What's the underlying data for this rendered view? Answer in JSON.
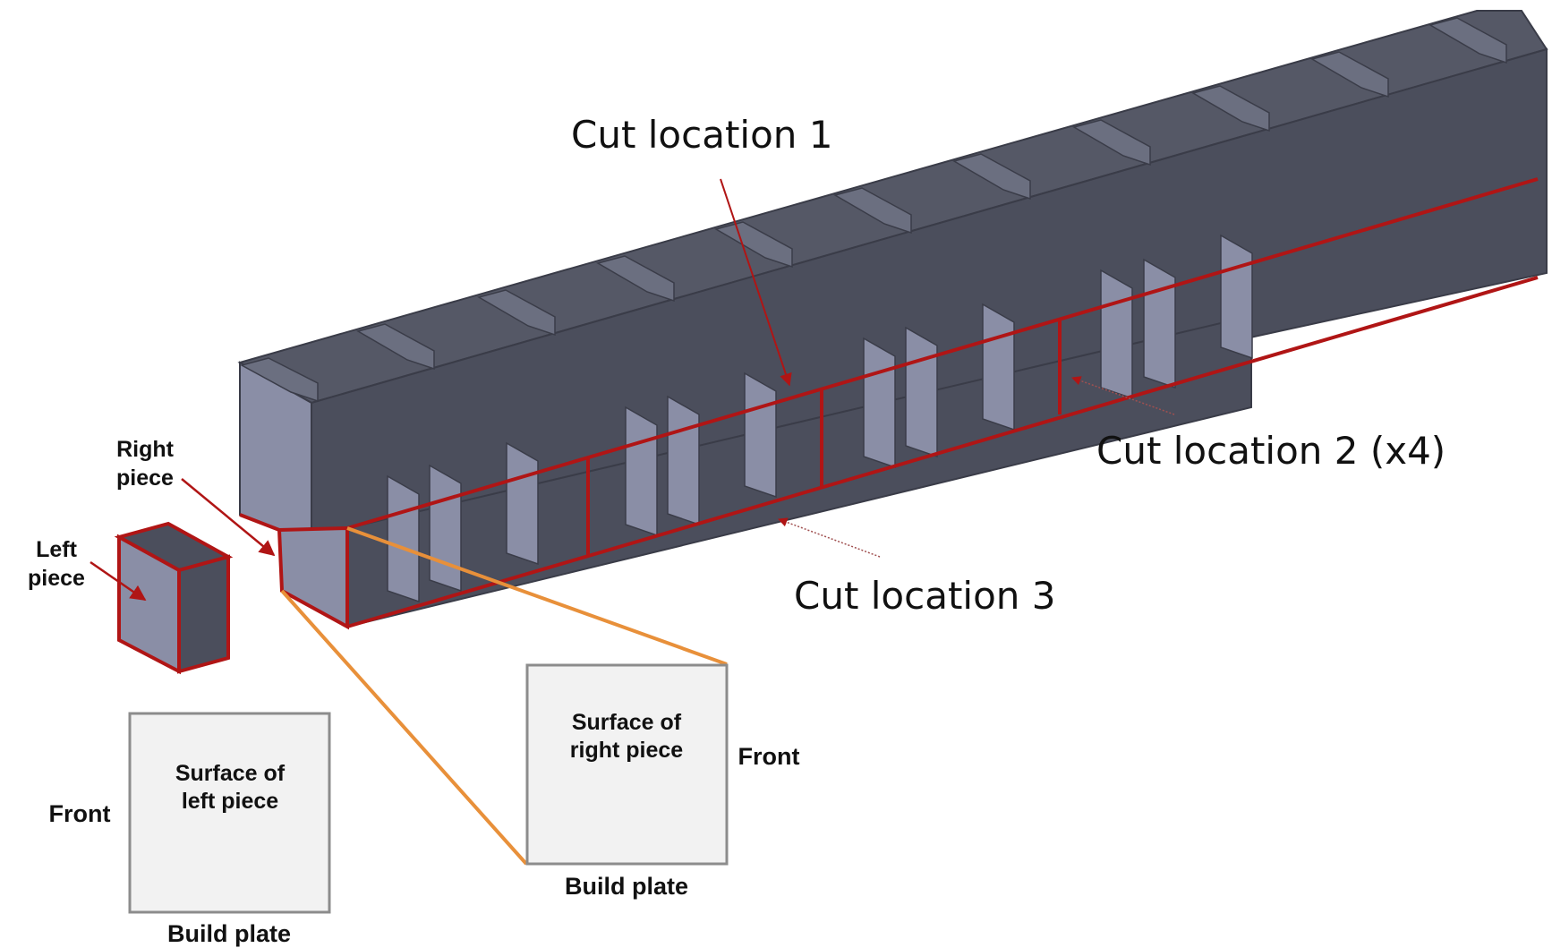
{
  "labels": {
    "cut_location_1": "Cut location 1",
    "cut_location_2": "Cut location 2 (x4)",
    "cut_location_3": "Cut location 3",
    "right_piece_line1": "Right",
    "right_piece_line2": "piece",
    "left_piece_line1": "Left",
    "left_piece_line2": "piece"
  },
  "left_surface": {
    "title_line1": "Surface of",
    "title_line2": "left piece",
    "side_label": "Front",
    "bottom_label": "Build plate"
  },
  "right_surface": {
    "title_line1": "Surface of",
    "title_line2": "right piece",
    "side_label": "Front",
    "bottom_label": "Build plate"
  },
  "colors": {
    "body_dark": "#4b4e5c",
    "body_top": "#555866",
    "body_light": "#8a8ea6",
    "cut_red": "#b01515",
    "callout_orange": "#e8903a",
    "panel_fill": "#f2f2f2",
    "panel_border": "#8c8c8c"
  }
}
